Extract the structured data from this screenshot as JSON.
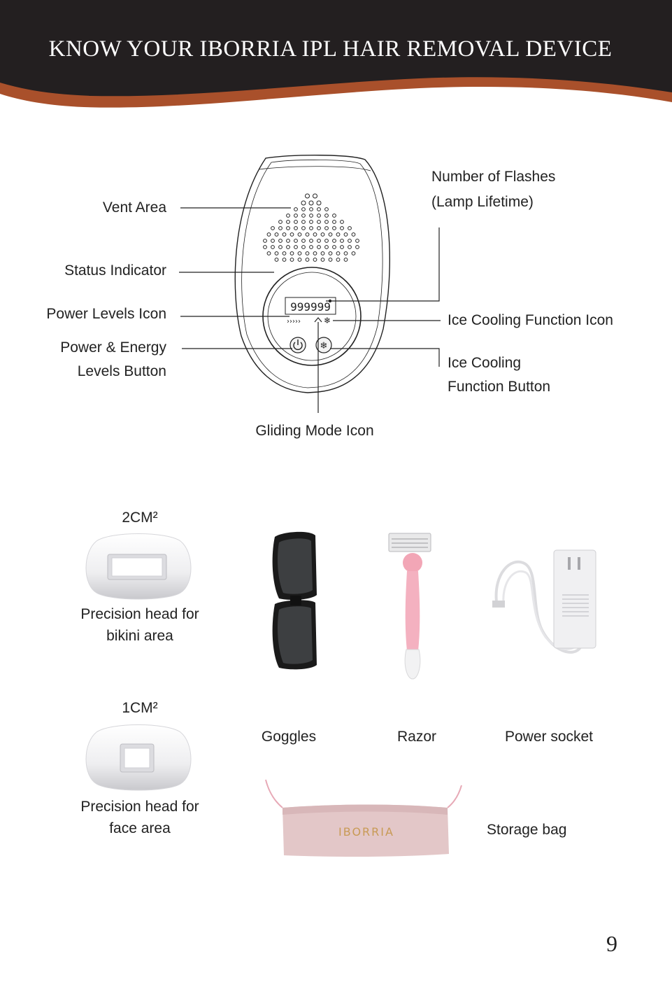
{
  "header": {
    "title": "KNOW YOUR IBORRIA IPL HAIR REMOVAL DEVICE",
    "colors": {
      "band": "#231f20",
      "accent": "#a9502b"
    }
  },
  "diagram": {
    "display_digits": "999999",
    "labels": {
      "vent_area": "Vent Area",
      "status_indicator": "Status Indicator",
      "power_levels_icon": "Power Levels Icon",
      "power_energy_button": [
        "Power & Energy",
        "Levels Button"
      ],
      "number_of_flashes": [
        "Number of Flashes",
        "(Lamp Lifetime)"
      ],
      "ice_cooling_icon": "Ice Cooling Function Icon",
      "ice_cooling_button": [
        "Ice Cooling",
        "Function Button"
      ],
      "gliding_mode_icon": "Gliding Mode Icon"
    }
  },
  "accessories": {
    "head_2cm": {
      "size": "2CM²",
      "caption": [
        "Precision head for",
        "bikini area"
      ]
    },
    "head_1cm": {
      "size": "1CM²",
      "caption": [
        "Precision head for",
        "face area"
      ]
    },
    "goggles": "Goggles",
    "razor": "Razor",
    "power_socket": "Power socket",
    "storage_bag": "Storage bag",
    "bag_brand": "IBORRIA"
  },
  "page_number": "9"
}
